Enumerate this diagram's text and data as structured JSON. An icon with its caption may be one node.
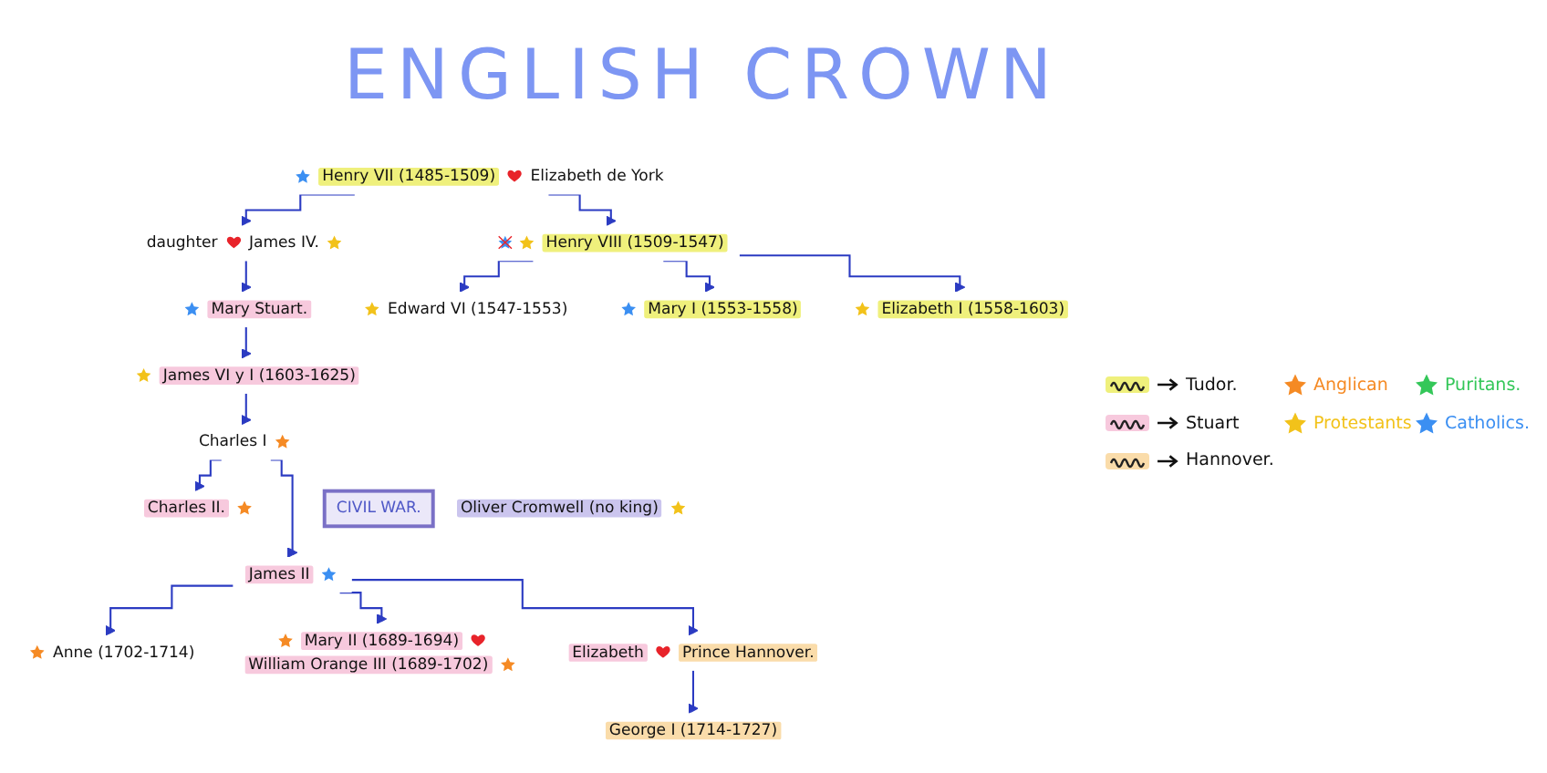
{
  "diagram": {
    "title": "ENGLISH CROWN",
    "nodes": [
      {
        "text": [
          "Henry VII (1485-1509)",
          "Elizabeth de York"
        ]
      },
      {
        "text": [
          "daughter",
          "James IV."
        ]
      },
      {
        "text": [
          "Henry VIII (1509-1547)"
        ]
      },
      {
        "text": [
          "Mary Stuart."
        ]
      },
      {
        "text": [
          "Edward VI (1547-1553)"
        ]
      },
      {
        "text": [
          "Mary I (1553-1558)"
        ]
      },
      {
        "text": [
          "James VI y I (1603-1625)"
        ]
      },
      {
        "text": [
          "Elizabeth I (1558-1603)"
        ]
      },
      {
        "text": [
          "Charles I"
        ]
      },
      {
        "text": [
          "CIVIL WAR."
        ]
      },
      {
        "text": [
          "Oliver Cromwell (no king)"
        ]
      },
      {
        "text": [
          "Charles II."
        ]
      },
      {
        "text": [
          "James II"
        ]
      },
      {
        "text": [
          "Anne (1702-1714)"
        ]
      },
      {
        "text": [
          "Mary II (1689-1694)",
          "William Orange III (1689-1702)"
        ]
      },
      {
        "text": [
          "Elizabeth",
          "Prince Hannover."
        ]
      },
      {
        "text": [
          "George I (1714-1727)"
        ]
      }
    ],
    "edges": [
      {
        "from": 0,
        "to": 1,
        "arrow": "to"
      },
      {
        "from": 0,
        "to": 2,
        "arrow": "to"
      },
      {
        "from": 1,
        "to": 3,
        "arrow": "to"
      },
      {
        "from": 2,
        "to": 7,
        "arrow": "to"
      },
      {
        "from": 2,
        "to": 5,
        "arrow": "to"
      },
      {
        "from": 2,
        "to": 4,
        "arrow": "to"
      },
      {
        "from": 3,
        "to": 6,
        "arrow": "to"
      },
      {
        "from": 6,
        "to": 8,
        "arrow": "to"
      },
      {
        "from": 8,
        "to": 12,
        "arrow": "to"
      },
      {
        "from": 8,
        "to": 11,
        "arrow": "to"
      },
      {
        "from": 12,
        "to": 15,
        "arrow": "to"
      },
      {
        "from": 12,
        "to": 13,
        "arrow": "to"
      },
      {
        "from": 12,
        "to": 14,
        "arrow": "to"
      },
      {
        "from": 15,
        "to": 16,
        "arrow": "to"
      }
    ],
    "legend": [
      {
        "text": "Tudor.",
        "color": "#eff07c"
      },
      {
        "text": "Anglican",
        "color": "#f58a24"
      },
      {
        "text": "Puritans.",
        "color": "#34c759"
      },
      {
        "text": "Stuart",
        "color": "#f7c9dd"
      },
      {
        "text": "Protestants",
        "color": "#f2c21a"
      },
      {
        "text": "Catholics.",
        "color": "#3b8ff2"
      },
      {
        "text": "Hannover.",
        "color": "#fadcaa"
      }
    ]
  }
}
